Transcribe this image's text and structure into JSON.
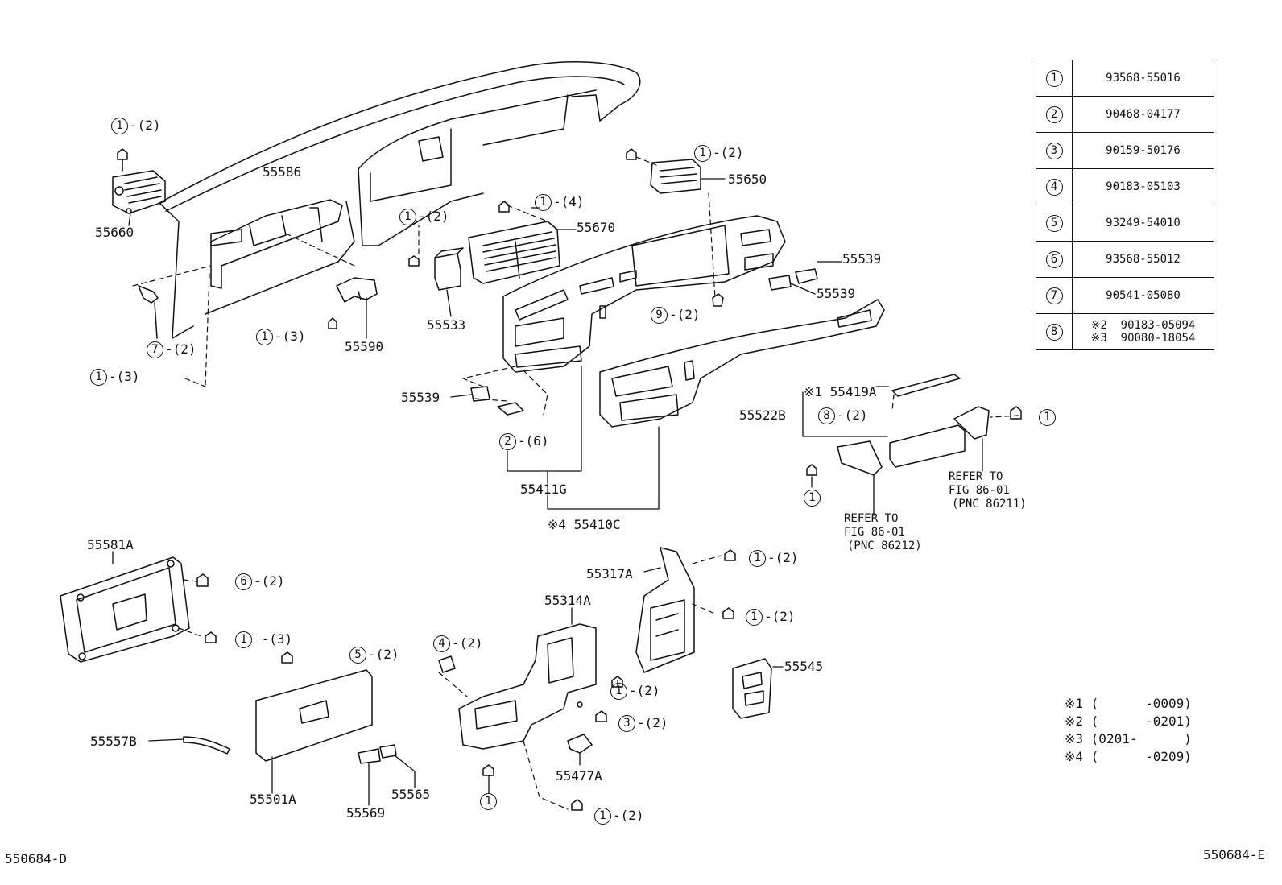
{
  "labels": {
    "p55586": "55586",
    "p55660": "55660",
    "p55650": "55650",
    "p55670": "55670",
    "p55539a": "55539",
    "p55539b": "55539",
    "p55539c": "55539",
    "p55533": "55533",
    "p55590": "55590",
    "p55411g": "55411G",
    "p55410c": "※4 55410C",
    "p55419a": "※1 55419A",
    "p55522b": "55522B",
    "p55581a": "55581A",
    "p55317a": "55317A",
    "p55314a": "55314A",
    "p55545": "55545",
    "p55557b": "55557B",
    "p55501a": "55501A",
    "p55569": "55569",
    "p55565": "55565",
    "p55477a": "55477A",
    "ref_a": [
      "REFER TO",
      "FIG 86-01",
      "(PNC 86212)"
    ],
    "ref_b": [
      "REFER TO",
      "FIG 86-01",
      "(PNC 86211)"
    ],
    "code_left": "550684-D",
    "code_right": "550684-E"
  },
  "callouts": {
    "c1": {
      "n": "1",
      "q": "-(2)"
    },
    "c2": {
      "n": "1",
      "q": "-(2)"
    },
    "c3": {
      "n": "1",
      "q": "-(4)"
    },
    "c4": {
      "n": "1",
      "q": "-(2)"
    },
    "c5": {
      "n": "7",
      "q": "-(2)"
    },
    "c6": {
      "n": "1",
      "q": "-(3)"
    },
    "c7": {
      "n": "1",
      "q": "-(3)"
    },
    "c8": {
      "n": "9",
      "q": "-(2)"
    },
    "c9": {
      "n": "2",
      "q": "-(6)"
    },
    "c10": {
      "n": "8",
      "q": "-(2)"
    },
    "c11": {
      "n": "1",
      "q": ""
    },
    "c12": {
      "n": "1",
      "q": ""
    },
    "c13": {
      "n": "6",
      "q": "-(2)"
    },
    "c14": {
      "n": "1",
      "q": " -(3)"
    },
    "c15": {
      "n": "5",
      "q": "-(2)"
    },
    "c16": {
      "n": "1",
      "q": "-(2)"
    },
    "c17": {
      "n": "1",
      "q": "-(2)"
    },
    "c18": {
      "n": "4",
      "q": "-(2)"
    },
    "c19": {
      "n": "1",
      "q": "-(2)"
    },
    "c20": {
      "n": "3",
      "q": "-(2)"
    },
    "c21": {
      "n": "1",
      "q": ""
    },
    "c22": {
      "n": "1",
      "q": "-(2)"
    }
  },
  "parts_table": [
    {
      "key": "1",
      "value": "93568-55016"
    },
    {
      "key": "2",
      "value": "90468-04177"
    },
    {
      "key": "3",
      "value": "90159-50176"
    },
    {
      "key": "4",
      "value": "90183-05103"
    },
    {
      "key": "5",
      "value": "93249-54010"
    },
    {
      "key": "6",
      "value": "93568-55012"
    },
    {
      "key": "7",
      "value": "90541-05080"
    },
    {
      "key": "8",
      "value": "※2  90183-05094\n※3  90080-18054"
    }
  ],
  "notes": [
    "※1 (      -0009)",
    "※2 (      -0201)",
    "※3 (0201-      )",
    "※4 (      -0209)"
  ]
}
